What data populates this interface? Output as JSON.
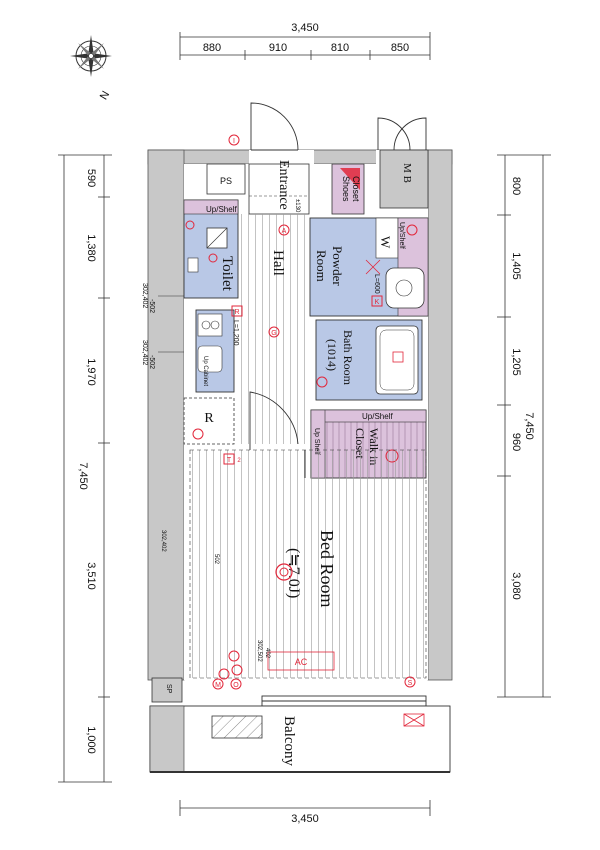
{
  "dimensions": {
    "top_total": "3,450",
    "top_segments": [
      "880",
      "910",
      "810",
      "850"
    ],
    "bottom_total": "3,450",
    "left_total": "7,450",
    "left_segments": [
      "590",
      "1,380",
      "1,970",
      "3,510",
      "1,000"
    ],
    "right_total": "7,450",
    "right_segments": [
      "800",
      "1,405",
      "1,205",
      "960",
      "3,080"
    ]
  },
  "compass": {
    "north": "N"
  },
  "rooms": {
    "entrance": "Entrance",
    "ps": "PS",
    "mb": "M B",
    "shoes_closet_1": "Shoes",
    "shoes_closet_2": "Closet",
    "up_shelf_toilet": "Up/Shelf",
    "toilet": "Toilet",
    "hall": "Hall",
    "powder_room_1": "Powder",
    "powder_room_2": "Room",
    "w": "W",
    "up_shelf_powder": "Up/Shelf",
    "l600": "L=600",
    "bath_room": "Bath Room",
    "bath_size": "(1014)",
    "l1200": "L=1,200",
    "up_cabinet": "Up Cabinet",
    "r": "R",
    "walk_in_1": "Walk in",
    "walk_in_2": "Closet",
    "up_shelf_wic": "Up/Shelf",
    "up_shelf_wic_side": "Up Shelf",
    "bedroom": "Bed Room",
    "bedroom_size": "(≒7.0J)",
    "ac": "AC",
    "sp": "SP",
    "balcony": "Balcony"
  },
  "notes": {
    "n_502_a": "-502",
    "n_302402_a": "302,402",
    "n_502_b": "-502",
    "n_302402_b": "302,402",
    "n_302402_c": "302,402",
    "n_502_c": "502",
    "n_402": "402",
    "n_302502": "302,502",
    "n_130": "±130"
  },
  "symbols": {
    "i": "I",
    "a": "A",
    "g": "G",
    "k": "K",
    "r": "R",
    "m": "M",
    "o": "O",
    "t": "T",
    "s": "S",
    "two": "2"
  },
  "colors": {
    "wall": "#c8c8c8",
    "wet_area": "#b9c8e6",
    "closet": "#dcc2dc",
    "symbol_red": "#e2263a",
    "line": "#222222"
  }
}
